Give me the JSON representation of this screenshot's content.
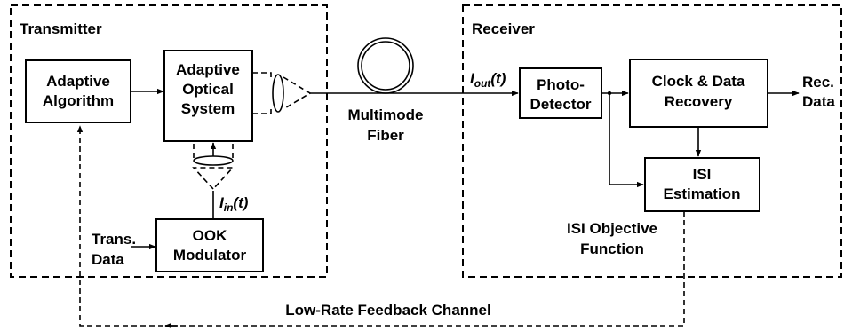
{
  "transmitter": {
    "title": "Transmitter",
    "adaptive_algorithm": [
      "Adaptive",
      "Algorithm"
    ],
    "adaptive_optical_system": [
      "Adaptive",
      "Optical",
      "System"
    ],
    "ook_modulator": [
      "OOK",
      "Modulator"
    ],
    "trans_data": [
      "Trans.",
      "Data"
    ],
    "i_in_main": "I",
    "i_in_sub": "in",
    "i_in_tail": "(t)"
  },
  "fiber": {
    "label": [
      "Multimode",
      "Fiber"
    ]
  },
  "receiver": {
    "title": "Receiver",
    "photo_detector": [
      "Photo-",
      "Detector"
    ],
    "clock_data_recovery": [
      "Clock & Data",
      "Recovery"
    ],
    "isi_estimation": [
      "ISI",
      "Estimation"
    ],
    "rec_data": [
      "Rec.",
      "Data"
    ],
    "isi_objective": [
      "ISI Objective",
      "Function"
    ],
    "i_out_main": "I",
    "i_out_sub": "out",
    "i_out_tail": "(t)"
  },
  "feedback": {
    "label": "Low-Rate Feedback Channel"
  }
}
